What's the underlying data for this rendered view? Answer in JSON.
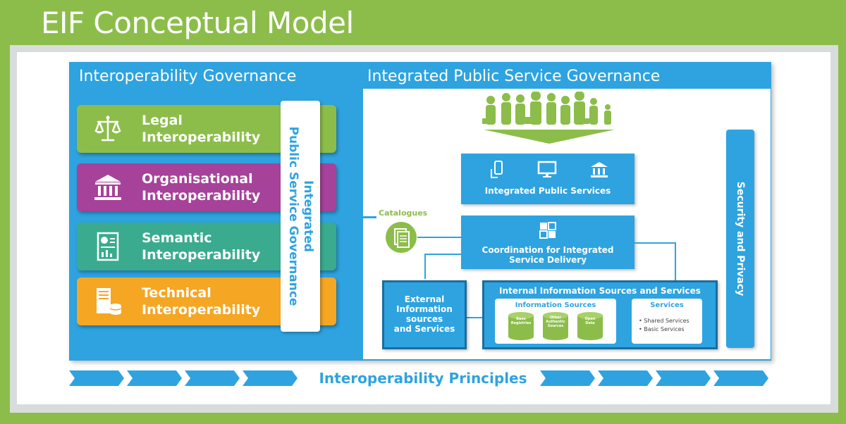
{
  "title": "EIF Conceptual Model",
  "interoperability_governance": "Interoperability Governance",
  "integrated_public_service_governance": "Integrated Public Service Governance",
  "layers": [
    {
      "line1": "Legal",
      "line2": "Interoperability",
      "color": "#8cbd4a",
      "icon": "scales-icon"
    },
    {
      "line1": "Organisational",
      "line2": "Interoperability",
      "color": "#a6429a",
      "icon": "institution-icon"
    },
    {
      "line1": "Semantic",
      "line2": "Interoperability",
      "color": "#3aab8e",
      "icon": "document-chart-icon"
    },
    {
      "line1": "Technical",
      "line2": "Interoperability",
      "color": "#f5a623",
      "icon": "server-icon"
    }
  ],
  "vertical_governance": {
    "line1": "Integrated",
    "line2": "Public Service Governance"
  },
  "integrated_public_services": "Integrated Public Services",
  "catalogues": "Catalogues",
  "coordination": {
    "line1": "Coordination for Integrated",
    "line2": "Service Delivery"
  },
  "external": {
    "line1": "External",
    "line2": "Information",
    "line3": "sources",
    "line4": "and Services"
  },
  "internal": {
    "title": "Internal Information Sources and Services",
    "information_sources": "Information Sources",
    "sources": [
      {
        "line1": "Base",
        "line2": "Registries"
      },
      {
        "line1": "Other",
        "line2": "Authentic",
        "line3": "Sources"
      },
      {
        "line1": "Open",
        "line2": "Data"
      }
    ],
    "services_title": "Services",
    "services": [
      "Shared Services",
      "Basic Services"
    ]
  },
  "security_privacy": "Security and Privacy",
  "principles": "Interoperability Principles",
  "colors": {
    "frame_green": "#8cbd4a",
    "blue": "#2ea3e0",
    "grey": "#d9dcdc"
  }
}
